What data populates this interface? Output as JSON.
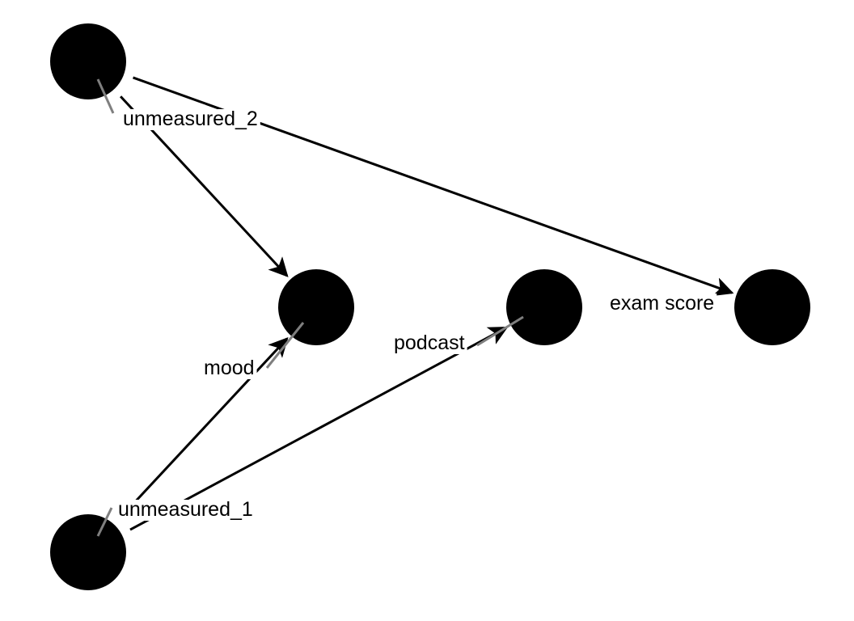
{
  "diagram": {
    "type": "dag",
    "colors": {
      "background": "#ffffff",
      "node_fill": "#000000",
      "edge": "#000000",
      "label_text": "#000000",
      "label_bg": "#ffffff",
      "leader_line": "#7f7f7f"
    },
    "nodes": [
      {
        "id": "unmeasured_2",
        "label": "unmeasured_2"
      },
      {
        "id": "mood",
        "label": "mood"
      },
      {
        "id": "podcast",
        "label": "podcast"
      },
      {
        "id": "exam_score",
        "label": "exam score"
      },
      {
        "id": "unmeasured_1",
        "label": "unmeasured_1"
      }
    ],
    "edges": [
      {
        "from": "unmeasured_2",
        "to": "mood"
      },
      {
        "from": "unmeasured_2",
        "to": "exam_score"
      },
      {
        "from": "unmeasured_1",
        "to": "mood"
      },
      {
        "from": "unmeasured_1",
        "to": "podcast"
      }
    ]
  }
}
